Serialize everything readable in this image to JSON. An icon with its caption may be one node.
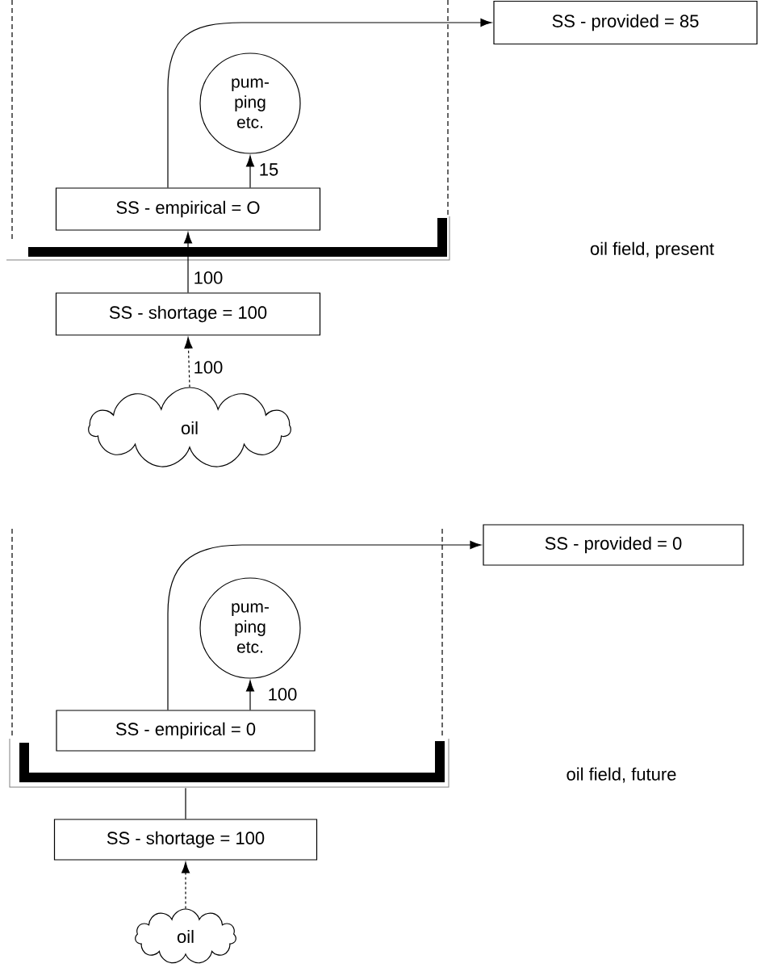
{
  "diagram": {
    "nodes": [
      {
        "text": [
          "SS - provided = 85"
        ]
      },
      {
        "text": [
          "pum- ping etc."
        ]
      },
      {
        "text": [
          "SS - empirical = O"
        ]
      },
      {
        "text": [
          "oil field, present"
        ]
      },
      {
        "text": [
          "SS - shortage = 100"
        ]
      },
      {
        "text": [
          "oil"
        ]
      },
      {
        "text": [
          "SS - provided = 0"
        ]
      },
      {
        "text": [
          "pum- ping etc."
        ]
      },
      {
        "text": [
          "SS - empirical = 0"
        ]
      },
      {
        "text": [
          "oil field, future"
        ]
      },
      {
        "text": [
          "SS - shortage = 100"
        ]
      },
      {
        "text": [
          "oil"
        ]
      }
    ],
    "edges": [
      {
        "from": 5,
        "to": 4,
        "arrow": "to",
        "style": "dashed",
        "label": "100"
      },
      {
        "from": 4,
        "to": 2,
        "arrow": "to",
        "label": "100"
      },
      {
        "from": 2,
        "to": 1,
        "arrow": "to",
        "label": "15"
      },
      {
        "from": 2,
        "to": 0,
        "arrow": "to"
      },
      {
        "from": 11,
        "to": 10,
        "arrow": "to",
        "style": "dashed"
      },
      {
        "from": 10,
        "to": 9,
        "arrow": "none"
      },
      {
        "from": 8,
        "to": 7,
        "arrow": "to",
        "label": "100"
      },
      {
        "from": 8,
        "to": 6,
        "arrow": "to"
      }
    ]
  }
}
